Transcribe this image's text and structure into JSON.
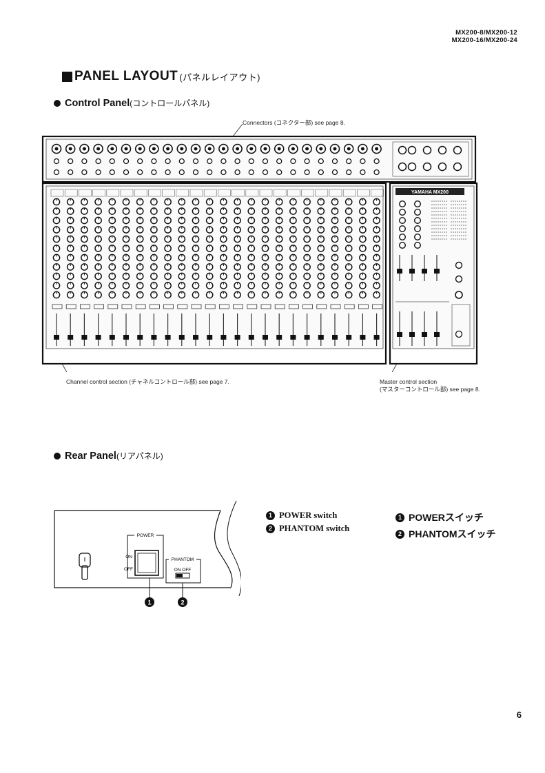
{
  "header": {
    "model_line1": "MX200-8/MX200-12",
    "model_line2": "MX200-16/MX200-24"
  },
  "title": {
    "main": "PANEL LAYOUT",
    "jp": "(パネルレイアウト)"
  },
  "control_panel": {
    "heading": "Control Panel",
    "heading_jp": "(コントロールパネル)",
    "connectors_callout": "Connectors (コネクター部) see page 8.",
    "channel_callout": "Channel control section (チャネルコントロール部) see page 7.",
    "master_callout_line1": "Master control  section",
    "master_callout_line2": "(マスターコントロール部) see page 8.",
    "logo_text": "YAMAHA MX200"
  },
  "rear_panel": {
    "heading": "Rear Panel",
    "heading_jp": "(リアパネル)",
    "power_label": "POWER",
    "on_label": "ON",
    "off_label": "OFF",
    "phantom_label": "PHANTOM",
    "phantom_onoff": "ON  OFF",
    "marker1": "1",
    "marker2": "2",
    "legend_en": [
      {
        "num": "1",
        "text": "POWER switch"
      },
      {
        "num": "2",
        "text": "PHANTOM switch"
      }
    ],
    "legend_jp": [
      {
        "num": "1",
        "text": "POWERスイッチ"
      },
      {
        "num": "2",
        "text": "PHANTOMスイッチ"
      }
    ]
  },
  "page_number": "6"
}
